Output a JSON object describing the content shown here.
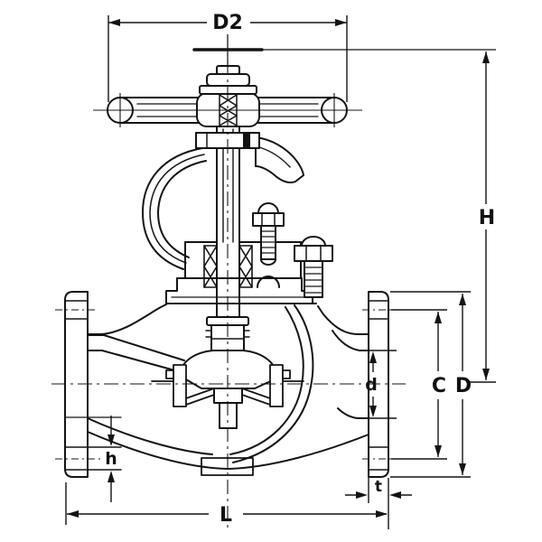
{
  "drawing": {
    "subject": "flanged globe valve sectional outline drawing",
    "colors": {
      "line": "#141414",
      "background": "#ffffff"
    }
  },
  "labels": {
    "D2": "D2",
    "H": "H",
    "C": "C",
    "D": "D",
    "d": "d",
    "h": "h",
    "t": "t",
    "L": "L"
  }
}
